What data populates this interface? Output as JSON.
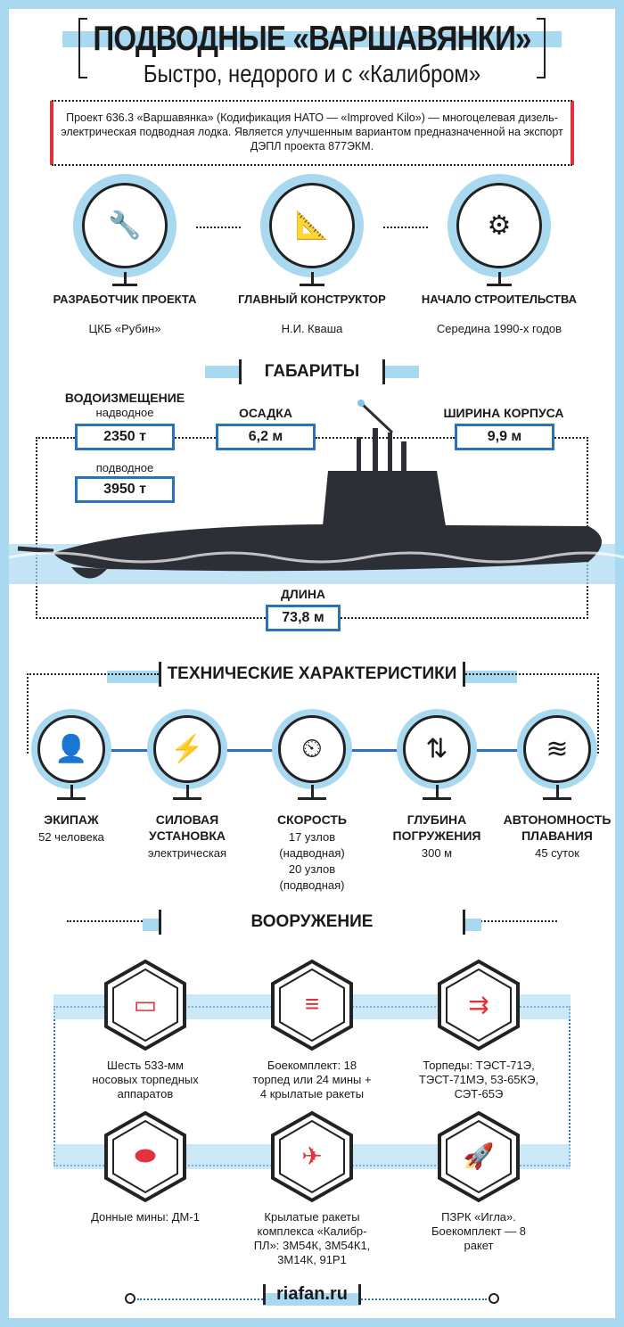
{
  "header": {
    "title": "ПОДВОДНЫЕ «ВАРШАВЯНКИ»",
    "subtitle": "Быстро, недорого и с «Калибром»"
  },
  "intro": "Проект 636.3 «Варшавянка» (Кодификация НАТО — «Improved Kilo») — многоцелевая дизель-электрическая подводная лодка. Является улучшенным вариантом предназначенной на экспорт ДЭПЛ проекта 877ЭКМ.",
  "facts": [
    {
      "label": "РАЗРАБОТЧИК ПРОЕКТА",
      "value": "ЦКБ «Рубин»",
      "icon": "tools-icon"
    },
    {
      "label": "ГЛАВНЫЙ КОНСТРУКТОР",
      "value": "Н.И. Кваша",
      "icon": "compass-icon"
    },
    {
      "label": "НАЧАЛО СТРОИТЕЛЬСТВА",
      "value": "Середина 1990-х годов",
      "icon": "gear-cycle-icon"
    }
  ],
  "dimensions": {
    "title": "ГАБАРИТЫ",
    "displacement_label": "ВОДОИЗМЕЩЕНИЕ",
    "surface_label": "надводное",
    "surface_value": "2350 т",
    "submerged_label": "подводное",
    "submerged_value": "3950 т",
    "draft_label": "ОСАДКА",
    "draft_value": "6,2 м",
    "beam_label": "ШИРИНА КОРПУСА",
    "beam_value": "9,9 м",
    "length_label": "ДЛИНА",
    "length_value": "73,8 м"
  },
  "tech": {
    "title": "ТЕХНИЧЕСКИЕ ХАРАКТЕРИСТИКИ",
    "items": [
      {
        "label": "ЭКИПАЖ",
        "value": "52 человека",
        "icon": "sailor-icon"
      },
      {
        "label": "СИЛОВАЯ УСТАНОВКА",
        "value": "электрическая",
        "icon": "lightning-icon"
      },
      {
        "label": "СКОРОСТЬ",
        "value": "17 узлов (надводная) 20 узлов (подводная)",
        "icon": "speedometer-icon"
      },
      {
        "label": "ГЛУБИНА ПОГРУЖЕНИЯ",
        "value": "300 м",
        "icon": "depth-arrows-icon"
      },
      {
        "label": "АВТОНОМНОСТЬ ПЛАВАНИЯ",
        "value": "45 суток",
        "icon": "submarine-icon"
      }
    ]
  },
  "armament": {
    "title": "ВООРУЖЕНИЕ",
    "items": [
      {
        "text": "Шесть 533-мм носовых торпедных аппаратов",
        "icon": "torpedo-tube-icon"
      },
      {
        "text": "Боекомплект: 18 торпед или 24 мины + 4 крылатые ракеты",
        "icon": "ammo-icon"
      },
      {
        "text": "Торпеды: ТЭСТ-71Э, ТЭСТ-71МЭ, 53-65КЭ, СЭТ-65Э",
        "icon": "torpedoes-icon"
      },
      {
        "text": "Донные мины: ДМ-1",
        "icon": "mine-icon"
      },
      {
        "text": "Крылатые ракеты комплекса «Калибр-ПЛ»: 3М54К, 3М54К1, 3М14К, 91Р1",
        "icon": "cruise-missile-icon"
      },
      {
        "text": "ПЗРК «Игла». Боекомплект — 8 ракет",
        "icon": "rocket-icon"
      }
    ]
  },
  "footer": {
    "site": "riafan.ru"
  },
  "colors": {
    "accent": "#2b73b8",
    "light": "#a9d9f1",
    "red": "#e3323c"
  }
}
